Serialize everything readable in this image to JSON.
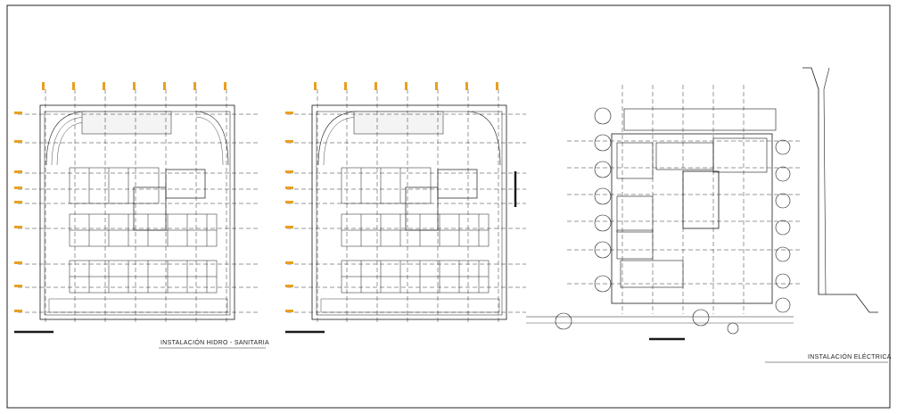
{
  "drawing": {
    "plans": [
      {
        "id": "hidro",
        "caption": "INSTALACIÓN HIDRO - SANITARIA"
      },
      {
        "id": "base",
        "caption": ""
      },
      {
        "id": "electrica",
        "caption": "INSTALACIÓN ELÉCTRICA"
      }
    ],
    "colors": {
      "line": "#1a1a1a",
      "grid_marker": "#e8a020",
      "paper": "#ffffff"
    }
  }
}
